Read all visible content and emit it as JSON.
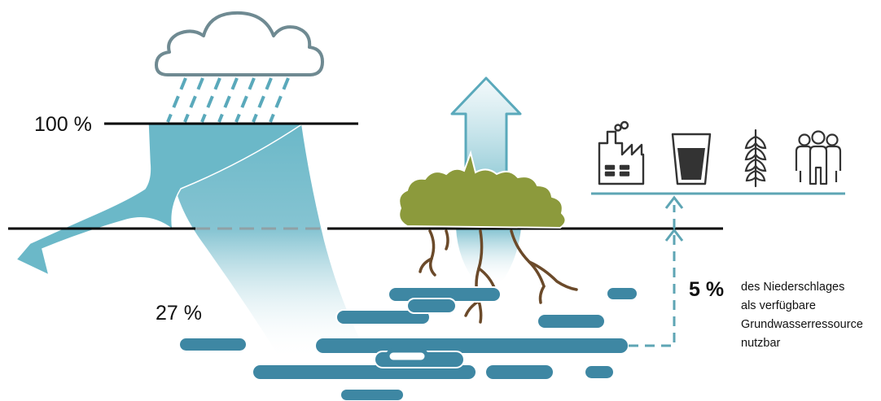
{
  "labels": {
    "precipitation_percent": "100 %",
    "recharge_percent": "27 %",
    "usable_percent": "5 %"
  },
  "caption_lines": [
    "des Niederschlages",
    "als verfügbare",
    "Grundwasserressource",
    "nutzbar"
  ],
  "colors": {
    "water_teal": "#6bb8c8",
    "groundwater_blue": "#3e87a3",
    "usage_line": "#5ea5b4",
    "bush_green": "#8c9a3c",
    "root_brown": "#6b4a2a",
    "cloud_gray": "#6f8a92",
    "ground_line": "#000000"
  },
  "icons": [
    "cloud-icon",
    "factory-icon",
    "water-glass-icon",
    "wheat-icon",
    "people-icon"
  ]
}
